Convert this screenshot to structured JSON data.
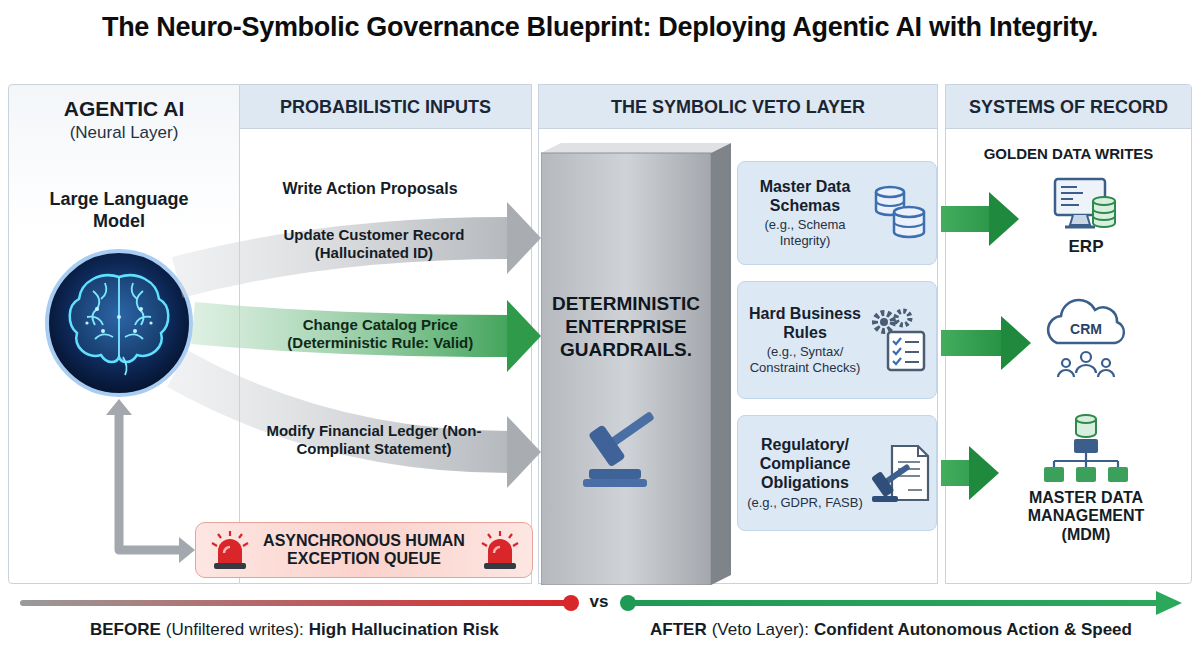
{
  "diagram": {
    "title": "The Neuro-Symbolic Governance Blueprint: Deploying Agentic AI with Integrity.",
    "nodes": [
      {
        "text": [
          "AGENTIC AI",
          "(Neural Layer)"
        ]
      },
      {
        "text": [
          "Large Language Model"
        ],
        "in": 0
      },
      {
        "text": [
          "PROBABILISTIC INPUTS"
        ]
      },
      {
        "text": [
          "THE SYMBOLIC VETO LAYER"
        ]
      },
      {
        "text": [
          "DETERMINISTIC ENTERPRISE GUARDRAILS."
        ],
        "in": 3
      },
      {
        "text": [
          "Master Data Schemas",
          "(e.g., Schema Integrity)"
        ],
        "in": 3
      },
      {
        "text": [
          "Hard Business Rules",
          "(e.g., Syntax/ Constraint Checks)"
        ],
        "in": 3
      },
      {
        "text": [
          "Regulatory/ Compliance Obligations",
          "(e.g., GDPR, FASB)"
        ],
        "in": 3
      },
      {
        "text": [
          "SYSTEMS OF RECORD",
          "GOLDEN DATA WRITES"
        ]
      },
      {
        "text": [
          "ERP"
        ],
        "in": 8
      },
      {
        "text": [
          "CRM"
        ],
        "in": 8
      },
      {
        "text": [
          "MASTER DATA MANAGEMENT (MDM)"
        ],
        "in": 8
      },
      {
        "text": [
          "ASYNCHRONOUS HUMAN EXCEPTION QUEUE"
        ]
      }
    ],
    "edges": [
      {
        "from": 1,
        "to": 4,
        "label": "Update Customer Record (Hallucinated ID)",
        "arrow": "to"
      },
      {
        "from": 1,
        "to": 4,
        "label": "Change Catalog Price (Deterministic Rule: Valid)",
        "arrow": "to"
      },
      {
        "from": 1,
        "to": 4,
        "label": "Modify Financial Ledger (Non-Compliant Statement)",
        "arrow": "to"
      },
      {
        "from": 5,
        "to": 9,
        "arrow": "to"
      },
      {
        "from": 6,
        "to": 10,
        "arrow": "to"
      },
      {
        "from": 7,
        "to": 11,
        "arrow": "to"
      },
      {
        "from": 12,
        "to": 1,
        "arrow": "both"
      }
    ],
    "labels": [
      "Write Action Proposals",
      "vs",
      "BEFORE",
      "(Unfiltered writes):",
      "High Hallucination Risk",
      "AFTER",
      "(Veto Layer):",
      "Confident Autonomous Action & Speed"
    ]
  }
}
